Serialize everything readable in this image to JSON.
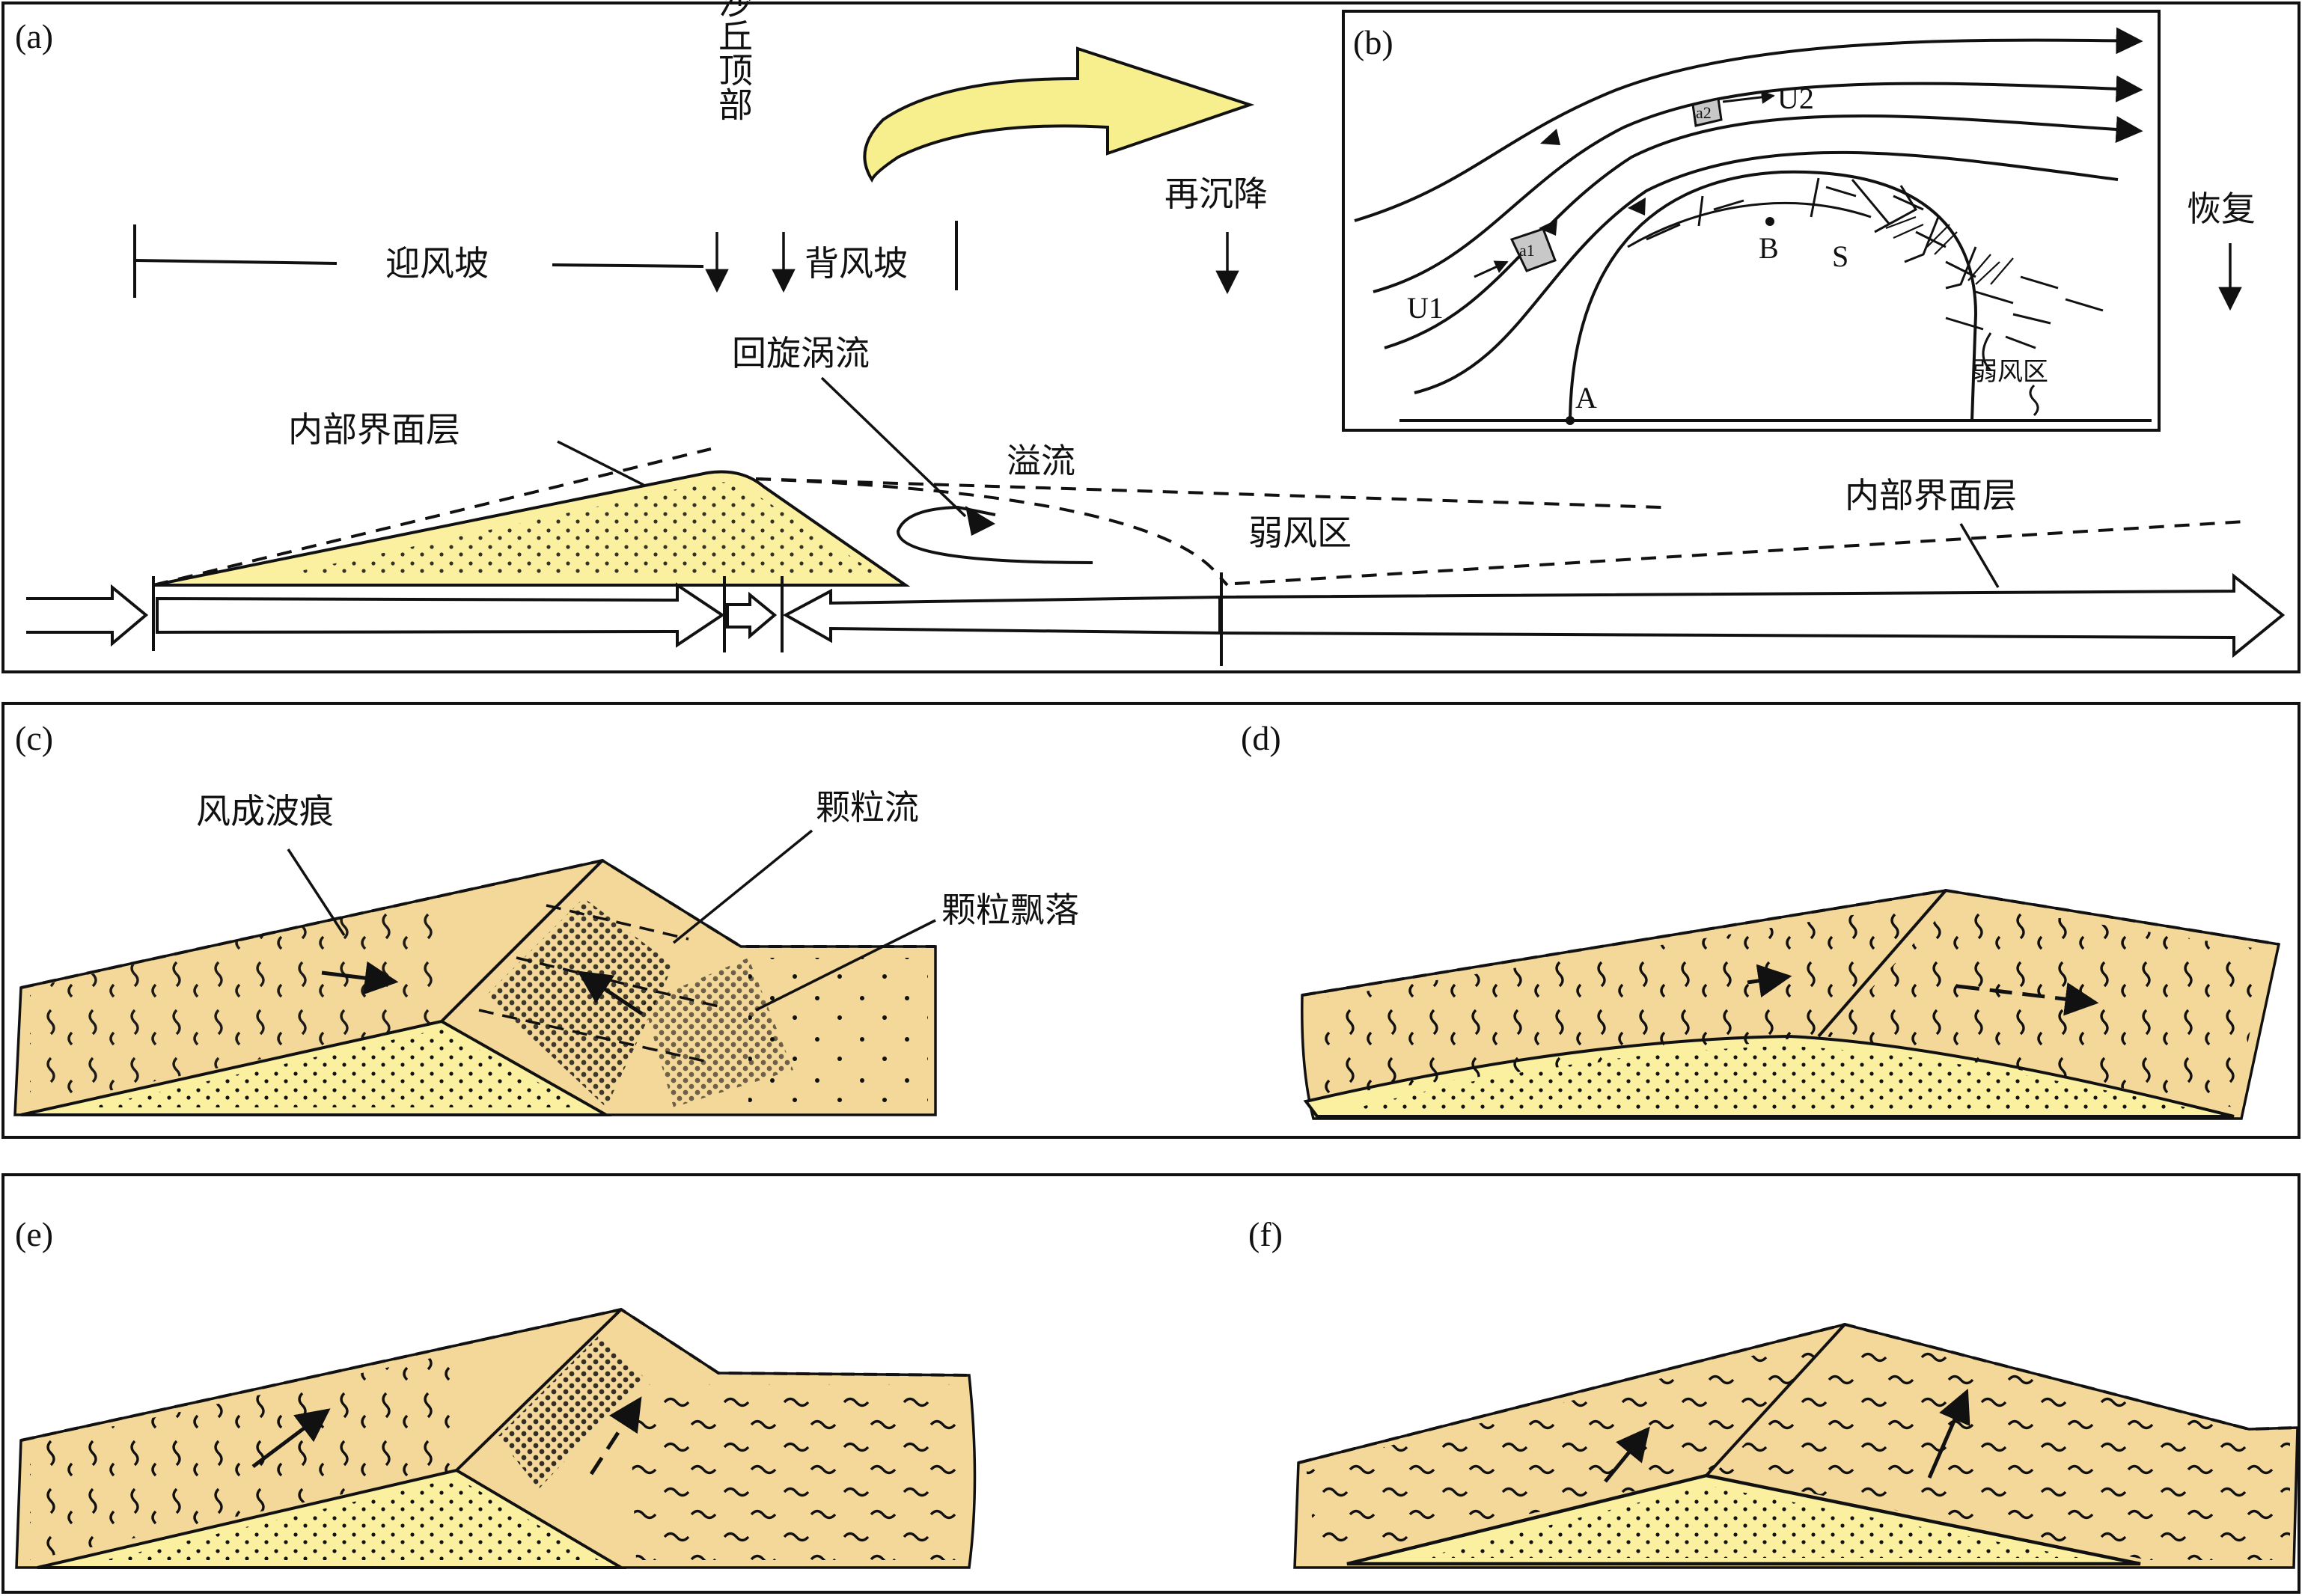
{
  "panels": {
    "a": "(a)",
    "b": "(b)",
    "c": "(c)",
    "d": "(d)",
    "e": "(e)",
    "f": "(f)"
  },
  "panel_a": {
    "crest": "沙丘顶部",
    "stoss": "迎风坡",
    "lee": "背风坡",
    "resettle": "再沉降",
    "recover": "恢复",
    "eddy": "回旋涡流",
    "bounding_left": "内部界面层",
    "bounding_right": "内部界面层",
    "overflow": "溢流",
    "weak_zone": "弱风区"
  },
  "panel_b": {
    "u1": "U1",
    "u2": "U2",
    "a1": "a1",
    "a2": "a2",
    "pA": "A",
    "pB": "B",
    "pS": "S",
    "weak_zone": "弱风区"
  },
  "panel_c": {
    "ripples": "风成波痕",
    "grainflow": "颗粒流",
    "grainfall": "颗粒飘落"
  },
  "colors": {
    "sand_outer": "#f4d89a",
    "sand_inner": "#fbf0a0",
    "arrow_fill": "#f7ef8e",
    "shade": "#c8c8c8"
  }
}
